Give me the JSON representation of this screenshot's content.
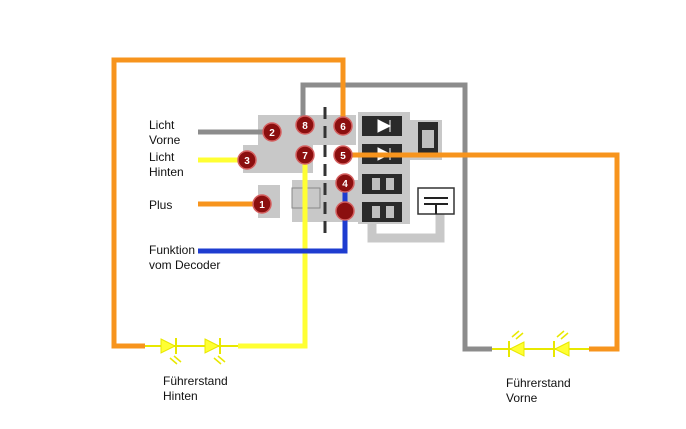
{
  "labels": {
    "licht_vorne": [
      "Licht",
      "Vorne"
    ],
    "licht_hinten": [
      "Licht",
      "Hinten"
    ],
    "plus": "Plus",
    "funktion": [
      "Funktion",
      "vom Decoder"
    ],
    "fuehrerstand_hinten": [
      "Führerstand",
      "Hinten"
    ],
    "fuehrerstand_vorne": [
      "Führerstand",
      "Vorne"
    ]
  },
  "pads": [
    "1",
    "2",
    "3",
    "4",
    "5",
    "6",
    "7",
    "8"
  ],
  "colors": {
    "orange": "#f7941d",
    "gray": "#8c8c8c",
    "yellow": "#ffff33",
    "blue": "#1e3cd0",
    "pad": "#8b0f0f",
    "pad_ring": "#d46060",
    "board": "#c8c8c8",
    "chip": "#2a2a2a",
    "led": "#e8e800"
  }
}
